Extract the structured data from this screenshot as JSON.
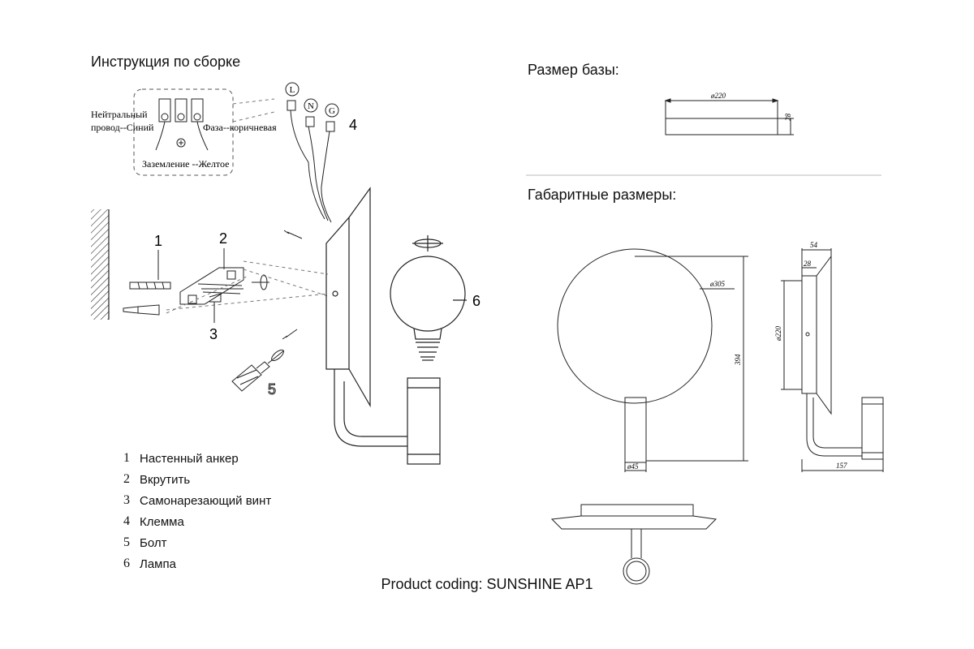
{
  "headings": {
    "assembly": "Инструкция по сборке",
    "base_size": "Размер базы:",
    "overall_dimensions": "Габаритные размеры:"
  },
  "wiring": {
    "neutral_line1": "Нейтральный",
    "neutral_line2": "провод--Синий",
    "phase": "Фаза--коричневая",
    "ground": "Заземление --Желтое",
    "terminal_L": "L",
    "terminal_N": "N",
    "terminal_G": "G"
  },
  "callouts": {
    "c1": "1",
    "c2": "2",
    "c3": "3",
    "c4": "4",
    "c5": "5",
    "c6": "6"
  },
  "legend": [
    {
      "num": "1",
      "text": "Настенный анкер"
    },
    {
      "num": "2",
      "text": "Вкрутить"
    },
    {
      "num": "3",
      "text": "Самонарезающий винт"
    },
    {
      "num": "4",
      "text": "Клемма"
    },
    {
      "num": "5",
      "text": "Болт"
    },
    {
      "num": "6",
      "text": "Лампа"
    }
  ],
  "dimensions": {
    "base_diameter": "ø220",
    "base_height": "28",
    "disc_diameter": "ø305",
    "height_total": "394",
    "holder_diameter": "ø45",
    "side_depth_top": "54",
    "side_plate": "28",
    "side_base_diameter": "ø220",
    "side_depth_total": "157"
  },
  "footer": "Product coding: SUNSHINE AP1",
  "colors": {
    "line": "#1a1a1a",
    "hatch": "#333333"
  }
}
